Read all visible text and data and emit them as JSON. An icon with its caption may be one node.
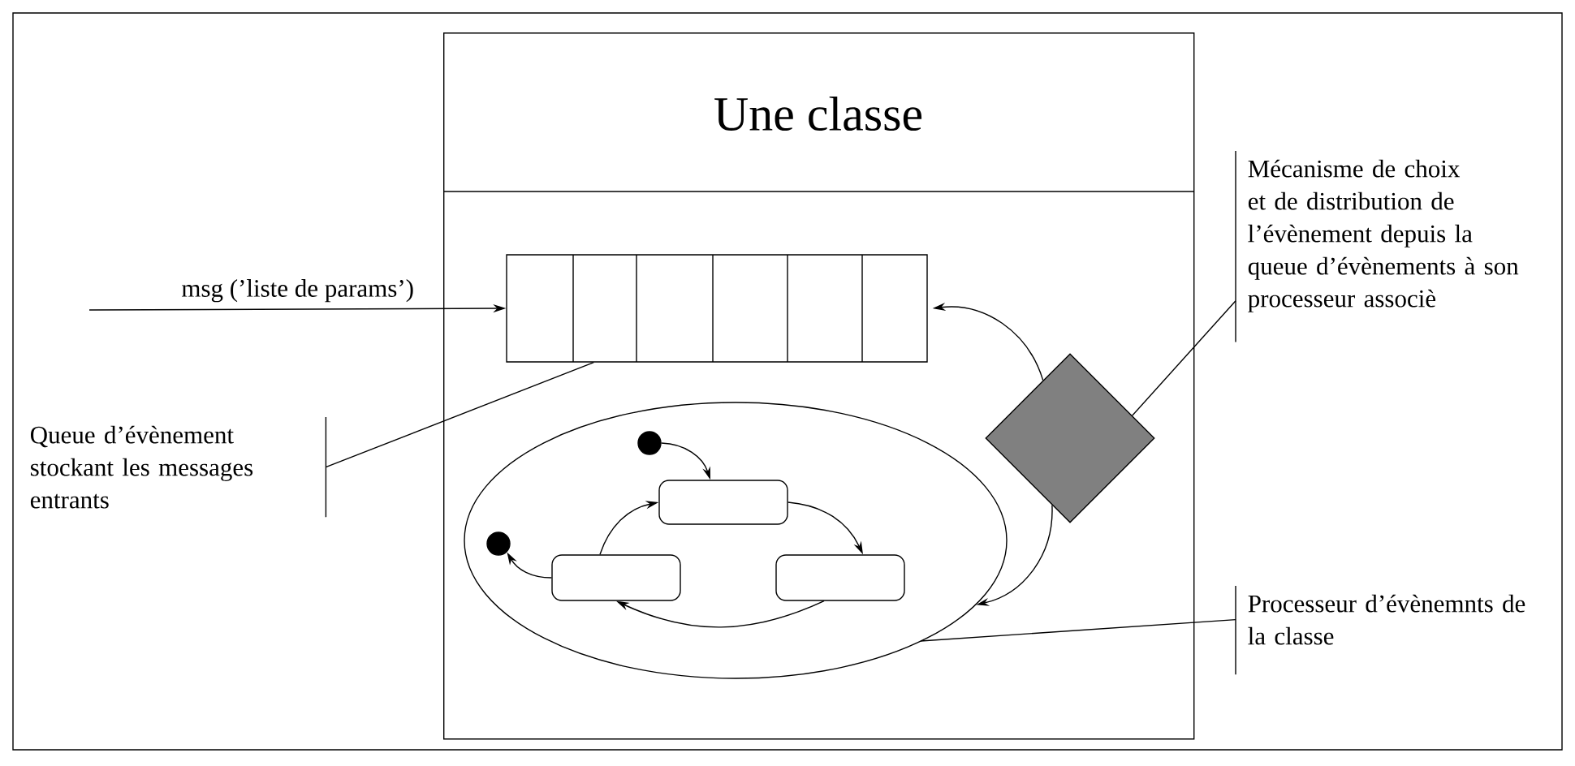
{
  "diagram": {
    "nodes": [
      {
        "text": [
          "Une classe"
        ]
      },
      {
        "text": [],
        "shape": "box",
        "in": 0
      },
      {
        "text": [],
        "shape": "ellipse",
        "in": 0
      },
      {
        "text": [],
        "shape": "box",
        "in": 2
      },
      {
        "text": [],
        "shape": "box",
        "in": 2
      },
      {
        "text": [],
        "shape": "box",
        "in": 2
      },
      {
        "text": [],
        "shape": "circle",
        "in": 2
      },
      {
        "text": [],
        "shape": "circle",
        "in": 2
      },
      {
        "text": [],
        "shape": "diamond",
        "in": 0
      },
      {
        "text": [
          "Queue d’évènement stockant les messages entrants"
        ]
      },
      {
        "text": [
          "Mécanisme de choix et de distribution de l’évènement depuis la queue d’évènements à son processeur associè"
        ]
      },
      {
        "text": [
          "Processeur d’évènemnts de la classe"
        ]
      }
    ],
    "edges": [
      {
        "from": null,
        "to": 1,
        "arrow": "to",
        "label": "msg (’liste de params’)"
      },
      {
        "from": 6,
        "to": 3,
        "arrow": "to"
      },
      {
        "from": 3,
        "to": 5,
        "arrow": "to"
      },
      {
        "from": 5,
        "to": 4,
        "arrow": "to"
      },
      {
        "from": 4,
        "to": 3,
        "arrow": "to"
      },
      {
        "from": 4,
        "to": 7,
        "arrow": "to"
      },
      {
        "from": 8,
        "to": 1,
        "arrow": "to"
      },
      {
        "from": 8,
        "to": 2,
        "arrow": "to"
      },
      {
        "from": 9,
        "to": 1,
        "arrow": "none"
      },
      {
        "from": 10,
        "to": 8,
        "arrow": "none"
      },
      {
        "from": 11,
        "to": 2,
        "arrow": "none"
      }
    ]
  }
}
